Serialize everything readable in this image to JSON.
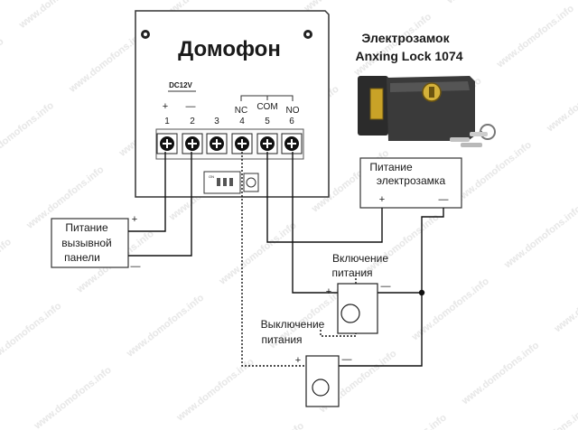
{
  "device": {
    "title": "Домофон",
    "power_label": "DC12V",
    "plus_sign": "+",
    "minus_sign": "—",
    "nc_label": "NC",
    "com_label": "COM",
    "no_label": "NO",
    "terminals": [
      "1",
      "2",
      "3",
      "4",
      "5",
      "6"
    ],
    "dip_label": "ON"
  },
  "lock": {
    "title_line1": "Электрозамок",
    "title_line2": "Anxing Lock 1074"
  },
  "lock_power": {
    "line1": "Питание",
    "line2": "электрозамка",
    "plus": "+",
    "minus": "—"
  },
  "panel_power": {
    "line1": "Питание",
    "line2": "вызывной",
    "line3": "панели",
    "plus": "+",
    "minus": "—"
  },
  "button_on": {
    "line1": "Включение",
    "line2": "питания",
    "plus": "+",
    "minus": "—"
  },
  "button_off": {
    "line1": "Выключение",
    "line2": "питания",
    "plus": "+",
    "minus": "—"
  },
  "watermark": "www.domofons.info"
}
